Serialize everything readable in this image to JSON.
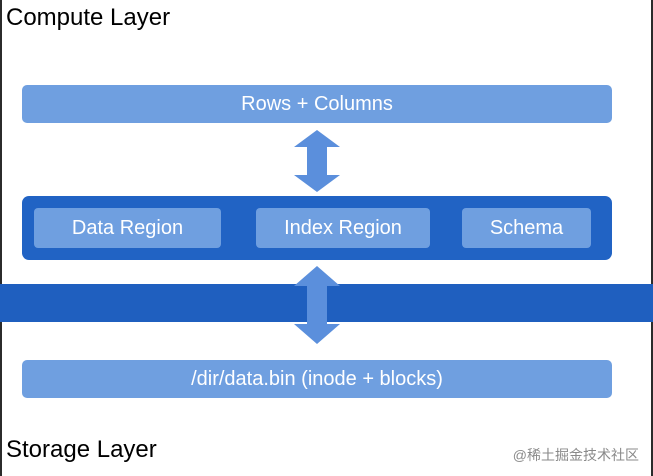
{
  "compute_layer": {
    "title": "Compute Layer",
    "top_bar_label": "Rows + Columns"
  },
  "memory": {
    "regions": [
      {
        "label": "Data Region"
      },
      {
        "label": "Index Region"
      },
      {
        "label": "Schema"
      }
    ]
  },
  "storage_layer": {
    "title": "Storage Layer",
    "file_bar_label": "/dir/data.bin (inode + blocks)"
  },
  "watermark": "@稀土掘金技术社区",
  "colors": {
    "light_blue": "#6f9fe0",
    "dark_blue": "#2163c4",
    "band_blue": "#1f5fbf",
    "arrow_blue": "#5b8fdc"
  },
  "icons": {
    "arrows": [
      "double-arrow-icon",
      "double-arrow-icon"
    ]
  }
}
